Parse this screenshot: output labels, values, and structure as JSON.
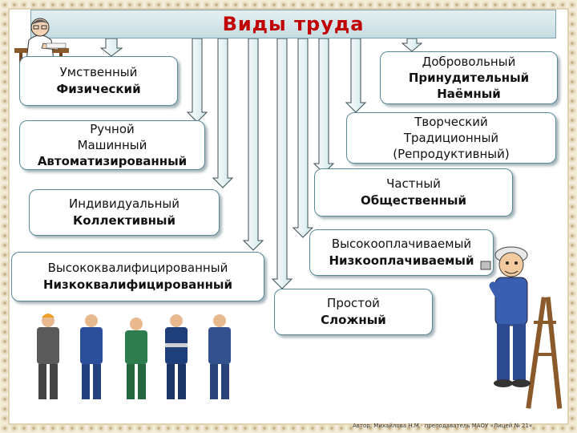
{
  "title": "Виды труда",
  "boxes": {
    "mental_physical": {
      "line1": "Умственный",
      "line2": "Физический"
    },
    "manual": {
      "line1": "Ручной",
      "line2": "Машинный",
      "line3": "Автоматизированный"
    },
    "individual": {
      "line1": "Индивидуальный",
      "line2": "Коллективный"
    },
    "qualified": {
      "line1": "Высококвалифицированный",
      "line2": "Низкоквалифицированный"
    },
    "simple": {
      "line1": "Простой",
      "line2": "Сложный"
    },
    "paid": {
      "line1": "Высокооплачиваемый",
      "line2": "Низкооплачиваемый"
    },
    "private": {
      "line1": "Частный",
      "line2": "Общественный"
    },
    "creative": {
      "line1": "Творческий",
      "line2": "Традиционный",
      "line3": "(Репродуктивный)"
    },
    "voluntary": {
      "line1": "Добровольный",
      "line2": "Принудительный",
      "line3": "Наёмный"
    }
  },
  "credit": "Автор: Михайлова Н.М.- преподаватель МАОУ «Лицей № 21»",
  "colors": {
    "title": "#c00000",
    "title_bar": "#d4e7eb",
    "box_border": "#5a8a9a",
    "arrow": "#dff0f3"
  },
  "icons": [
    "scientist-illustration",
    "workers-photo",
    "worker-cartoon"
  ]
}
